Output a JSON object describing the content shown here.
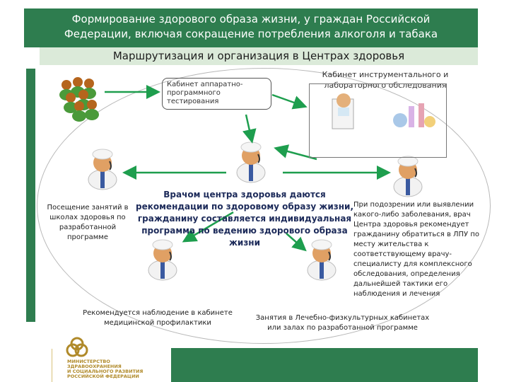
{
  "header": {
    "title_line1": "Формирование здорового образа жизни, у граждан Российской",
    "title_line2": "Федерации, включая сокращение потребления алкоголя и табака",
    "subtitle": "Маршрутизация и организация в Центрах здоровья"
  },
  "nodes": {
    "box_hardware": "Кабинет аппаратно-программного тестирования",
    "box_lab": "Кабинет инструментального и лабораторного обследования",
    "center": "Врачом центра здоровья даются рекомендации по здоровому образу жизни, гражданину составляется индивидуальная программа по ведению здорового образа жизни",
    "left": "Посещение занятий в школах здоровья по разработанной программе",
    "right": "При подозрении или выявлении какого-либо заболевания, врач Центра здоровья рекомендует гражданину обратиться в ЛПУ по месту жительства к соответствующему врачу-специалисту для комплексного обследования, определения дальнейшей тактики его наблюдения и лечения",
    "bottom_left": "Рекомендуется наблюдение в кабинете медицинской профилактики",
    "bottom_right": "Занятия в Лечебно-физкультурных кабинетах или залах по разработанной программе"
  },
  "logo": {
    "line1": "МИНИСТЕРСТВО",
    "line2": "ЗДРАВООХРАНЕНИЯ",
    "line3": "И СОЦИАЛЬНОГО РАЗВИТИЯ",
    "line4": "РОССИЙСКОЙ ФЕДЕРАЦИИ"
  },
  "colors": {
    "header_green": "#2e7d4f",
    "subheader_bg": "#dbead9",
    "arrow_green": "#1e9e4e",
    "logo_gold": "#b08a2a"
  }
}
